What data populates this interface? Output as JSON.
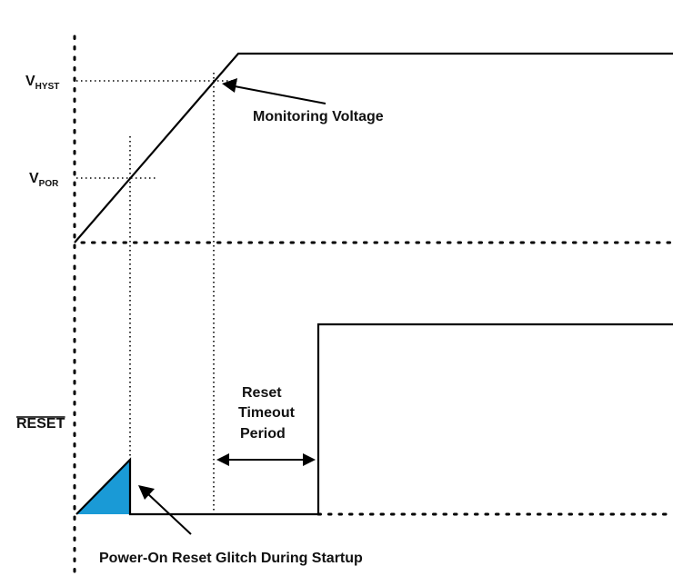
{
  "labels": {
    "vhyst_main": "V",
    "vhyst_sub": "HYST",
    "vpor_main": "V",
    "vpor_sub": "POR",
    "reset": "RESET",
    "monitoring_voltage": "Monitoring Voltage",
    "reset_timeout_line1": "Reset",
    "reset_timeout_line2": "Timeout",
    "reset_timeout_line3": "Period",
    "glitch": "Power-On Reset Glitch During Startup"
  },
  "colors": {
    "line": "#000000",
    "glitch_fill": "#1a9ad6"
  }
}
